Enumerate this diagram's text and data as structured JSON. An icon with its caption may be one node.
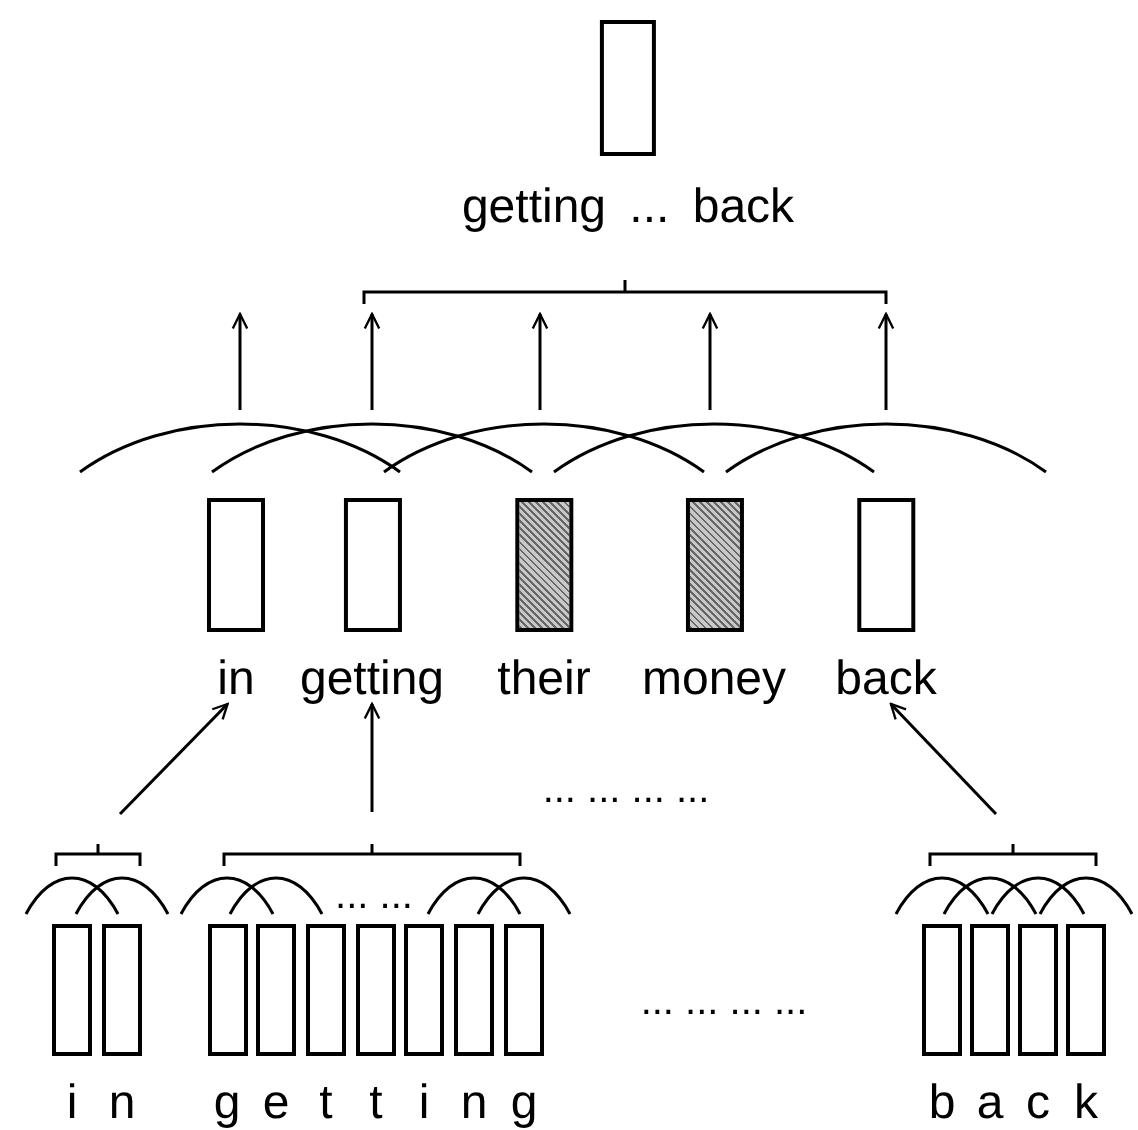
{
  "diagram": {
    "nodes": [
      {
        "text": [
          "getting ... back"
        ]
      },
      {
        "text": [
          "in"
        ]
      },
      {
        "text": [
          "getting"
        ]
      },
      {
        "text": [
          "their"
        ]
      },
      {
        "text": [
          "money"
        ]
      },
      {
        "text": [
          "back"
        ]
      },
      {
        "text": [
          "i"
        ]
      },
      {
        "text": [
          "n"
        ]
      },
      {
        "text": [
          "g"
        ]
      },
      {
        "text": [
          "e"
        ]
      },
      {
        "text": [
          "t"
        ]
      },
      {
        "text": [
          "t"
        ]
      },
      {
        "text": [
          "i"
        ]
      },
      {
        "text": [
          "n"
        ]
      },
      {
        "text": [
          "g"
        ]
      },
      {
        "text": [
          "b"
        ]
      },
      {
        "text": [
          "a"
        ]
      },
      {
        "text": [
          "c"
        ]
      },
      {
        "text": [
          "k"
        ]
      }
    ],
    "edges": [
      {
        "from": null,
        "to": 1,
        "arrow": "to"
      },
      {
        "from": null,
        "to": 2,
        "arrow": "to"
      },
      {
        "from": null,
        "to": 5,
        "arrow": "to"
      }
    ],
    "labels": [
      "... ... ... ...",
      "... ...",
      "... ... ... ..."
    ]
  }
}
